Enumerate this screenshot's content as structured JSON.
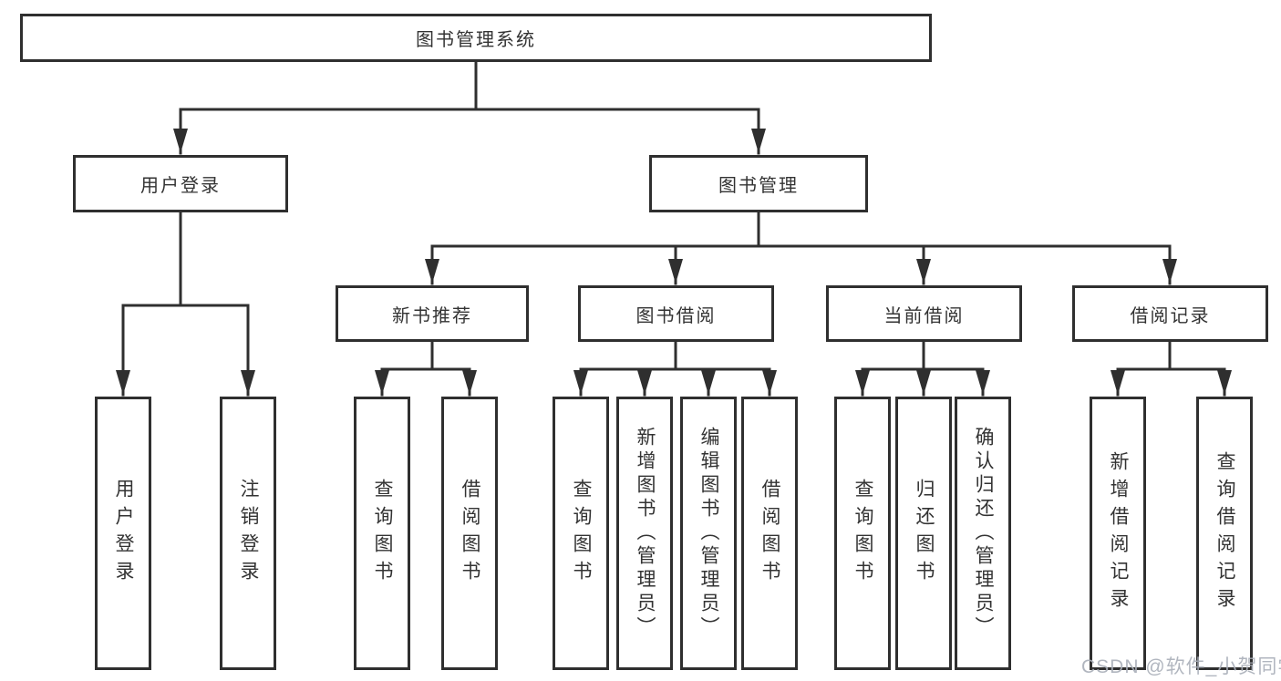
{
  "root": {
    "label": "图书管理系统"
  },
  "branches": [
    {
      "label": "用户登录",
      "children": [
        {
          "label": "用户登录"
        },
        {
          "label": "注销登录"
        }
      ]
    },
    {
      "label": "图书管理",
      "children": [
        {
          "label": "新书推荐",
          "children": [
            {
              "label": "查询图书"
            },
            {
              "label": "借阅图书"
            }
          ]
        },
        {
          "label": "图书借阅",
          "children": [
            {
              "label": "查询图书"
            },
            {
              "label": "新增图书（管理员）"
            },
            {
              "label": "编辑图书（管理员）"
            },
            {
              "label": "借阅图书"
            }
          ]
        },
        {
          "label": "当前借阅",
          "children": [
            {
              "label": "查询图书"
            },
            {
              "label": "归还图书"
            },
            {
              "label": "确认归还（管理员）"
            }
          ]
        },
        {
          "label": "借阅记录",
          "children": [
            {
              "label": "新增借阅记录"
            },
            {
              "label": "查询借阅记录"
            }
          ]
        }
      ]
    }
  ],
  "watermark": "CSDN @软件_小贺同学",
  "colors": {
    "line": "#2f2f2f",
    "box_border": "#2f2f2f",
    "box_background": "#ffffff",
    "text": "#333333",
    "watermark": "#a8aeb8",
    "background": "#ffffff"
  }
}
